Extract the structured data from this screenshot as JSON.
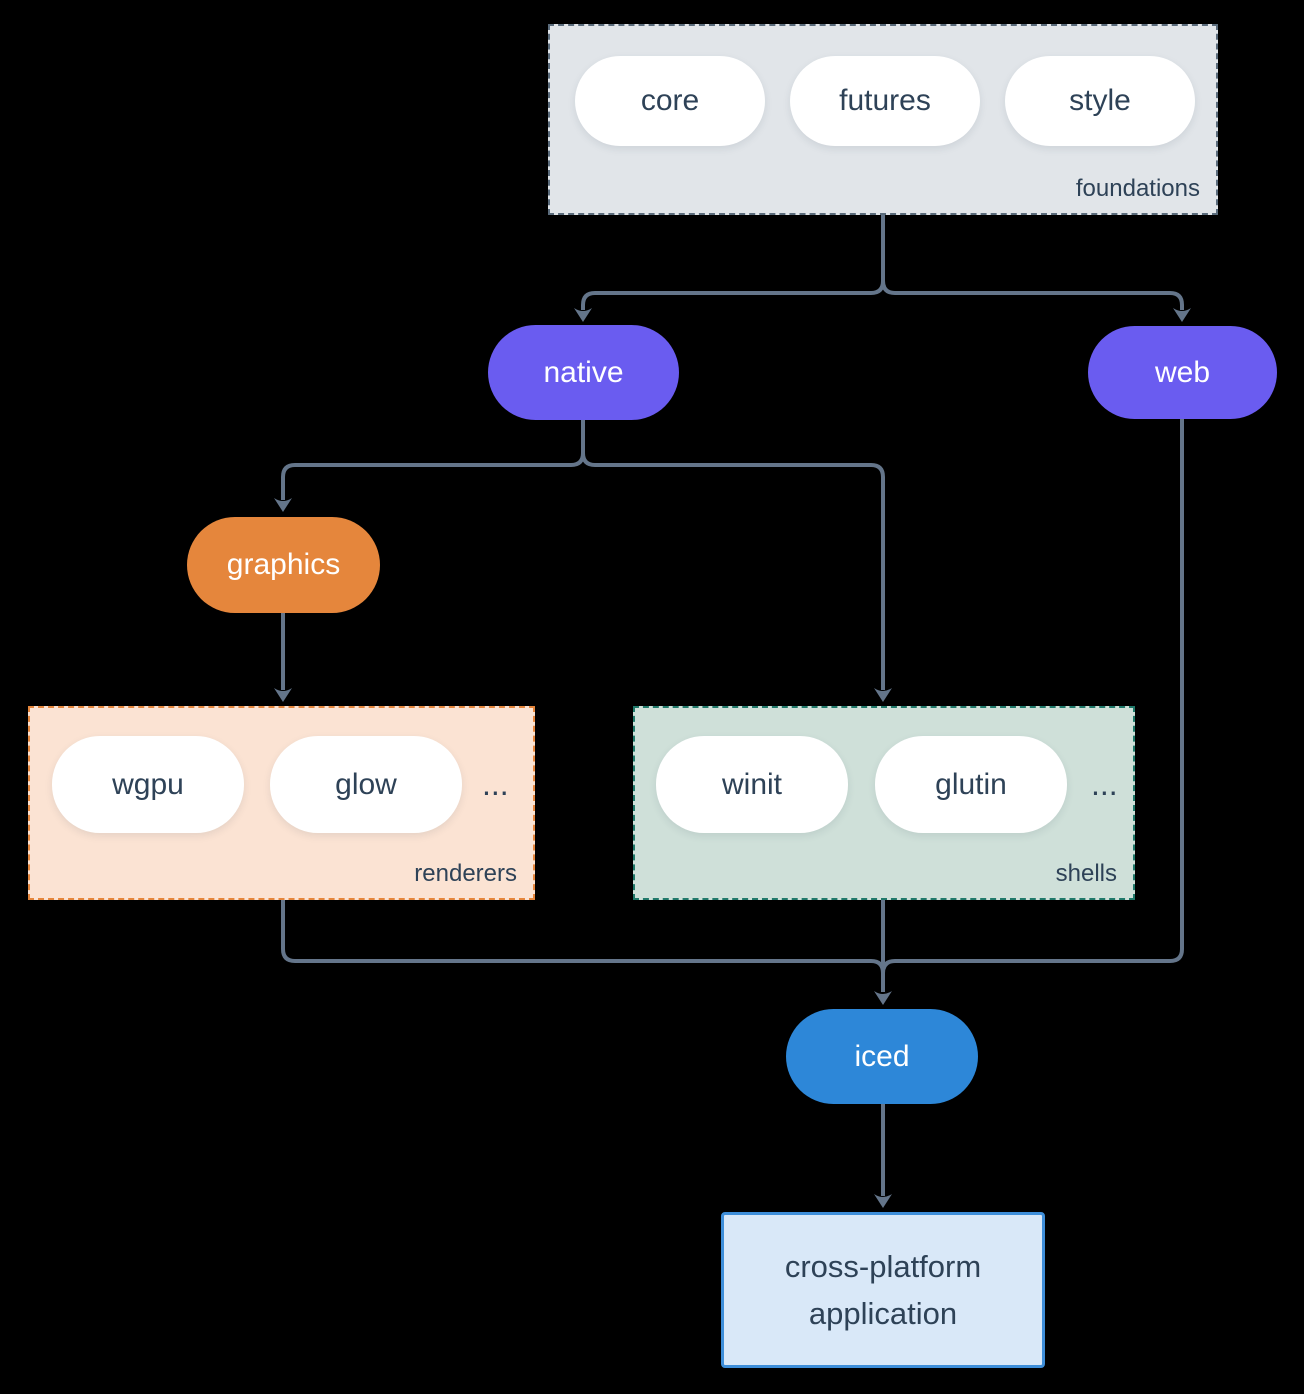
{
  "diagram": {
    "background_color": "#000000",
    "connector_color": "#64758a",
    "foundations": {
      "label": "foundations",
      "fill": "#e1e5e9",
      "border": "#5b6c7c",
      "items": [
        "core",
        "futures",
        "style"
      ]
    },
    "native": {
      "label": "native",
      "fill": "#6a5cf0"
    },
    "web": {
      "label": "web",
      "fill": "#6a5cf0"
    },
    "graphics": {
      "label": "graphics",
      "fill": "#e5863c"
    },
    "renderers": {
      "label": "renderers",
      "fill": "#fbe3d3",
      "border": "#e5863c",
      "items": [
        "wgpu",
        "glow"
      ],
      "more": "..."
    },
    "shells": {
      "label": "shells",
      "fill": "#cfe0d9",
      "border": "#20796a",
      "items": [
        "winit",
        "glutin"
      ],
      "more": "..."
    },
    "iced": {
      "label": "iced",
      "fill": "#2d87d8"
    },
    "application": {
      "line1": "cross-platform",
      "line2": "application",
      "fill": "#d9e8f8",
      "border": "#3e8ed9"
    }
  }
}
